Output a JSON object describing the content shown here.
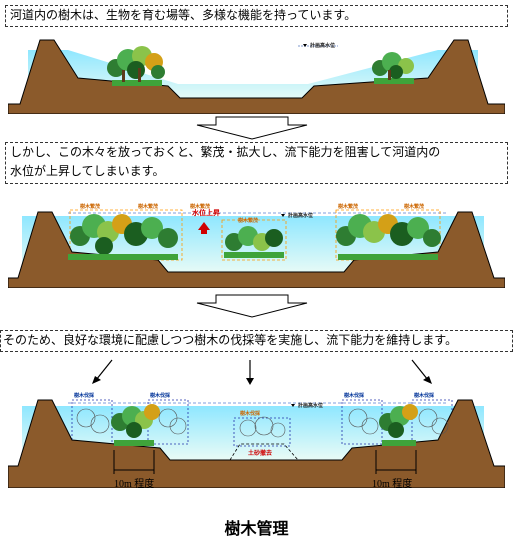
{
  "captions": {
    "c1": "河道内の樹木は、生物を育む場等、多様な機能を持っています。",
    "c2_line1": "しかし、この木々を放っておくと、繁茂・拡大し、流下能力を阻害して河道内の",
    "c2_line2": "水位が上昇してしまいます。",
    "c3": "そのため、良好な環境に配慮しつつ樹木の伐採等を実施し、流下能力を維持します。"
  },
  "panel1": {
    "water_level": "計画高水位"
  },
  "panel2": {
    "water_rise": "水位上昇",
    "water_level": "計画高水位",
    "tree_labels": [
      "樹木繁茂",
      "樹木繁茂",
      "樹木繁茂",
      "樹木繁茂",
      "樹木繁茂",
      "樹木繁茂"
    ]
  },
  "panel3": {
    "water_level": "計画高水位",
    "cut_labels": [
      "樹木伐採",
      "樹木伐採",
      "樹木伐採",
      "樹木伐採"
    ],
    "center_cut": "樹木伐採",
    "soil": "土砂撤去",
    "distance_left": "10m 程度",
    "distance_right": "10m 程度"
  },
  "title": "樹木管理",
  "colors": {
    "water_top": "#8fe7ff",
    "water_bottom": "#e9fbf6",
    "earth": "#8b5a2b",
    "grass": "#3fa33a"
  }
}
